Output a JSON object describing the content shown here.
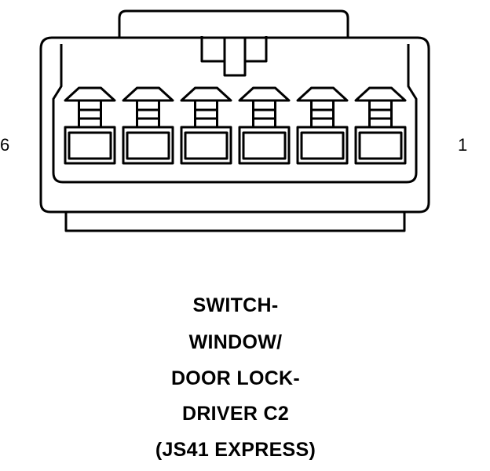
{
  "connector": {
    "cavity_count": 6,
    "left_pin_label": "6",
    "right_pin_label": "1"
  },
  "caption": {
    "line1": "SWITCH-",
    "line2": "WINDOW/",
    "line3": "DOOR LOCK-",
    "line4": "DRIVER C2",
    "line5": "(JS41 EXPRESS)"
  },
  "colors": {
    "stroke": "#000000",
    "background": "#ffffff"
  }
}
